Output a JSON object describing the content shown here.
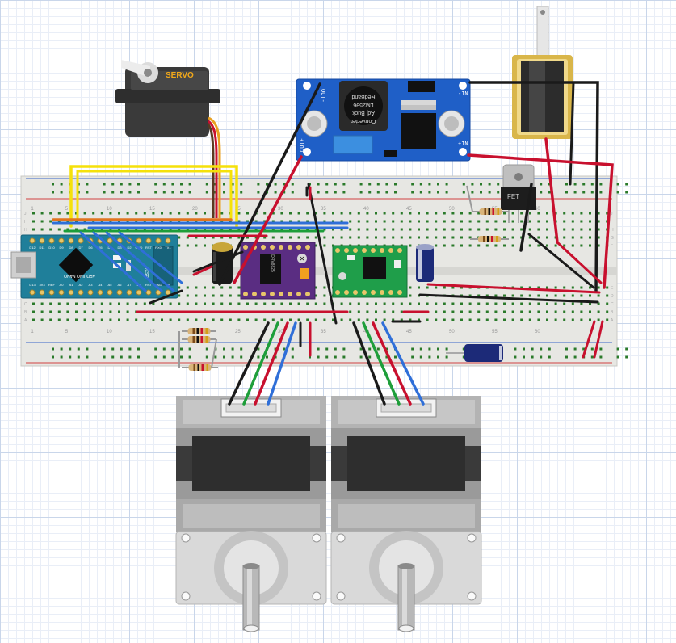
{
  "servo": {
    "label": "SERVO"
  },
  "buck_converter": {
    "title_line1": "RedBand",
    "title_line2": "LM2596",
    "title_line3": "Adj Buck",
    "title_line4": "Converter",
    "out_minus": "OUT-",
    "out_plus": "OUT+",
    "in_minus": "-IN",
    "in_plus": "+IN"
  },
  "mosfet": {
    "label": "FET"
  },
  "driver": {
    "label": "DRV8825"
  },
  "breadboard": {
    "column_numbers": [
      "1",
      "5",
      "10",
      "15",
      "20",
      "25",
      "30",
      "35",
      "40",
      "45",
      "50",
      "55",
      "60"
    ],
    "row_letters_top": [
      "J",
      "I",
      "H",
      "G",
      "F"
    ],
    "row_letters_bottom": [
      "E",
      "D",
      "C",
      "B",
      "A"
    ]
  },
  "arduino": {
    "pins_top": [
      "D12",
      "D11",
      "D10",
      "D9",
      "D8",
      "D7",
      "D6",
      "D5",
      "D4",
      "D3",
      "D2",
      "GND",
      "RST",
      "RX0",
      "TX1"
    ],
    "pins_bottom": [
      "D13",
      "3V3",
      "REF",
      "A0",
      "A1",
      "A2",
      "A3",
      "A4",
      "A5",
      "A6",
      "A7",
      "5V",
      "RST",
      "GND",
      "VIN"
    ],
    "icsp": "ICSP",
    "board": "ARDUINO NANO"
  },
  "colors": {
    "wire_red": "#c8102e",
    "wire_black": "#1a1a1a",
    "wire_blue": "#2f6fd8",
    "wire_green": "#1e9e3a",
    "wire_yellow": "#f5e10a",
    "wire_orange": "#e0741e",
    "buck_pcb": "#1f5fc7",
    "arduino_pcb": "#1f7f9a",
    "driver_pcb": "#5a2d82",
    "a4988_pcb": "#1f9e4a"
  }
}
